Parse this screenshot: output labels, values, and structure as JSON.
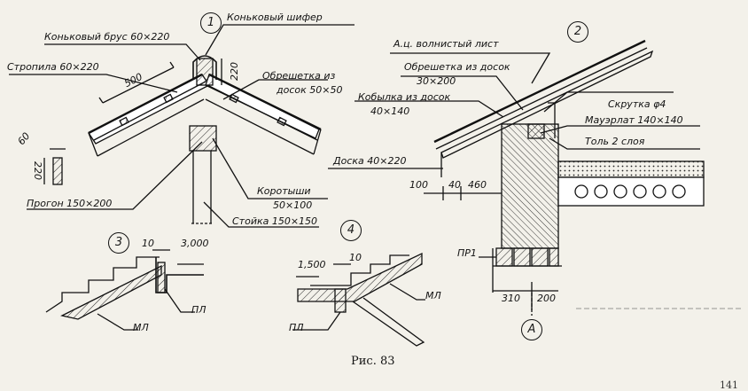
{
  "caption": "Рис. 83",
  "page_number": "141",
  "markers": {
    "m1": "1",
    "m2": "2",
    "m3": "3",
    "m4": "4",
    "mA": "A"
  },
  "labels": {
    "konkovy_shifer": "Коньковый шифер",
    "konkovy_brus": "Коньковый брус 60×220",
    "stropila": "Стропила 60×220",
    "obreshetka_l1": "Обрешетка из",
    "obreshetka_l2": "досок 50×50",
    "progon": "Прогон 150×200",
    "korotyshi_l1": "Коротыши",
    "korotyshi_l2": "50×100",
    "stoyka": "Стойка 150×150",
    "ac_list": "А.ц. волнистый лист",
    "obreshetka2_l1": "Обрешетка из досок",
    "obreshetka2_l2": "30×200",
    "kobylka_l1": "Кобылка из досок",
    "kobylka_l2": "40×140",
    "skrutka": "Скрутка φ4",
    "mauerlat": "Мауэрлат 140×140",
    "tol": "Толь 2 слоя",
    "doska": "Доска 40×220",
    "pr1": "ПР1",
    "ml3": "МЛ",
    "pl3": "ПЛ",
    "ml4": "МЛ",
    "pl4": "ПЛ"
  },
  "dims": {
    "d500": "500",
    "d220a": "220",
    "d60": "60",
    "d220b": "220",
    "d100": "100",
    "d40": "40",
    "d460": "460",
    "d310": "310",
    "d200": "200",
    "d10a": "10",
    "d3000": "3,000",
    "d1500": "1,500",
    "d10b": "10"
  }
}
